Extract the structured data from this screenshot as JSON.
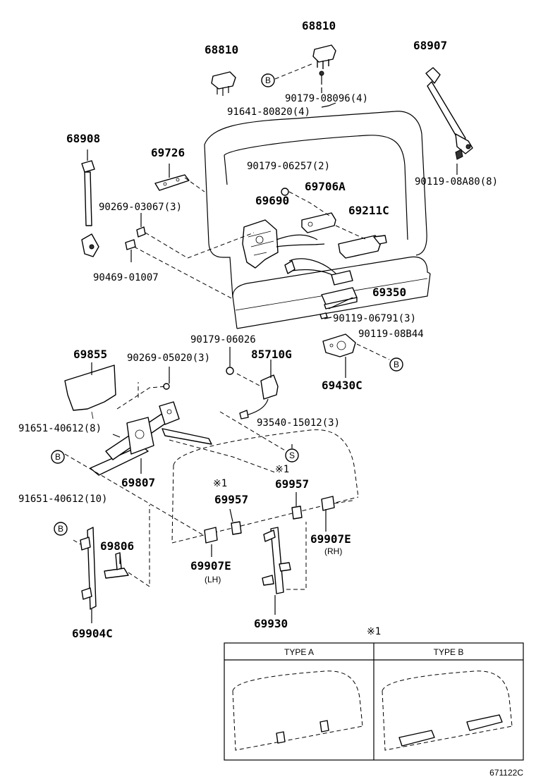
{
  "parts": {
    "p68810_top": "68810",
    "p68810_left": "68810",
    "p68907": "68907",
    "p90179_08096": "90179-08096(4)",
    "p91641_80820": "91641-80820(4)",
    "p68908": "68908",
    "p69726": "69726",
    "p90179_06257": "90179-06257(2)",
    "p90119_08A80": "90119-08A80(8)",
    "p69706A": "69706A",
    "p69690": "69690",
    "p90269_03067": "90269-03067(3)",
    "p69211C": "69211C",
    "p90469_01007": "90469-01007",
    "p69350": "69350",
    "p90119_06791": "90119-06791(3)",
    "p90119_08B44": "90119-08B44",
    "p90179_06026": "90179-06026",
    "p69855": "69855",
    "p90269_05020": "90269-05020(3)",
    "p85710G": "85710G",
    "p69430C": "69430C",
    "p91651_40612_8": "91651-40612(8)",
    "p93540_15012": "93540-15012(3)",
    "p69807": "69807",
    "p69957_right": "69957",
    "p69957_left": "69957",
    "p91651_40612_10": "91651-40612(10)",
    "p69907E_right": "69907E",
    "p69806": "69806",
    "p69907E_left": "69907E",
    "p69930": "69930",
    "p69904C": "69904C"
  },
  "notes": {
    "rh": "(RH)",
    "lh": "(LH)",
    "ref1": "※1",
    "ref1_left": "※1",
    "ref1_table": "※1"
  },
  "markers": {
    "b1": "B",
    "b2": "B",
    "b3": "B",
    "b4": "B",
    "s1": "S"
  },
  "inset": {
    "type_a": "TYPE A",
    "type_b": "TYPE B"
  },
  "footer": {
    "diagram_code": "671122C"
  }
}
